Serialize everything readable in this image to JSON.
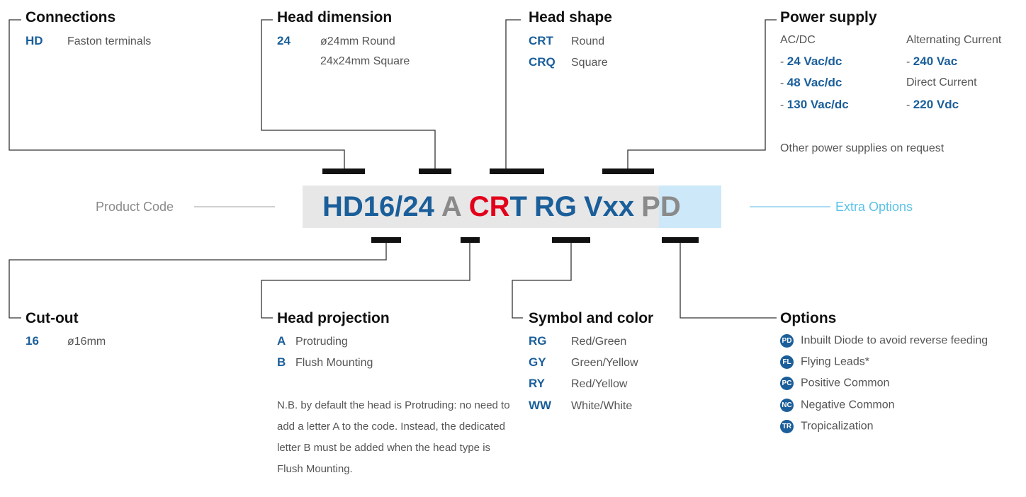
{
  "product_code": {
    "label": "Product Code",
    "extra_label": "Extra Options",
    "parts": {
      "hd": "HD16/24",
      "a": "A",
      "cr": "CR",
      "t": "T",
      "rg": "RG",
      "vxx": "Vxx",
      "pd": "PD"
    }
  },
  "connections": {
    "title": "Connections",
    "items": [
      {
        "code": "HD",
        "desc": "Faston terminals"
      }
    ]
  },
  "head_dimension": {
    "title": "Head dimension",
    "items": [
      {
        "code": "24",
        "desc": "ø24mm Round"
      },
      {
        "code": "",
        "desc": "24x24mm Square"
      }
    ]
  },
  "head_shape": {
    "title": "Head shape",
    "items": [
      {
        "code": "CRT",
        "desc": "Round"
      },
      {
        "code": "CRQ",
        "desc": "Square"
      }
    ]
  },
  "power_supply": {
    "title": "Power supply",
    "acdc_header": "AC/DC",
    "ac_header": "Alternating Current",
    "dc_header": "Direct Current",
    "acdc_values": [
      "24 Vac/dc",
      "48 Vac/dc",
      "130 Vac/dc"
    ],
    "ac_value": "240 Vac",
    "dc_value": "220 Vdc",
    "dash": "-",
    "note": "Other power supplies on request"
  },
  "cut_out": {
    "title": "Cut-out",
    "items": [
      {
        "code": "16",
        "desc": "ø16mm"
      }
    ]
  },
  "head_projection": {
    "title": "Head projection",
    "items": [
      {
        "code": "A",
        "desc": "Protruding"
      },
      {
        "code": "B",
        "desc": "Flush Mounting"
      }
    ],
    "note": "N.B. by default the head is Protruding: no need to add a letter A to the code. Instead, the dedicated letter B must be added when the head type is Flush Mounting."
  },
  "symbol_color": {
    "title": "Symbol and color",
    "items": [
      {
        "code": "RG",
        "desc": "Red/Green"
      },
      {
        "code": "GY",
        "desc": "Green/Yellow"
      },
      {
        "code": "RY",
        "desc": "Red/Yellow"
      },
      {
        "code": "WW",
        "desc": "White/White"
      }
    ]
  },
  "options": {
    "title": "Options",
    "items": [
      {
        "code": "PD",
        "desc": "Inbuilt Diode to avoid reverse feeding"
      },
      {
        "code": "FL",
        "desc": "Flying Leads*"
      },
      {
        "code": "PC",
        "desc": "Positive Common"
      },
      {
        "code": "NC",
        "desc": "Negative Common"
      },
      {
        "code": "TR",
        "desc": "Tropicalization"
      }
    ]
  },
  "colors": {
    "blue": "#1a5e9a",
    "red": "#e2001a",
    "grey": "#8a8a8a",
    "light_blue": "#5bc2e7",
    "code_bg": "#e7e7e7",
    "pd_bg": "#cde8f8"
  }
}
